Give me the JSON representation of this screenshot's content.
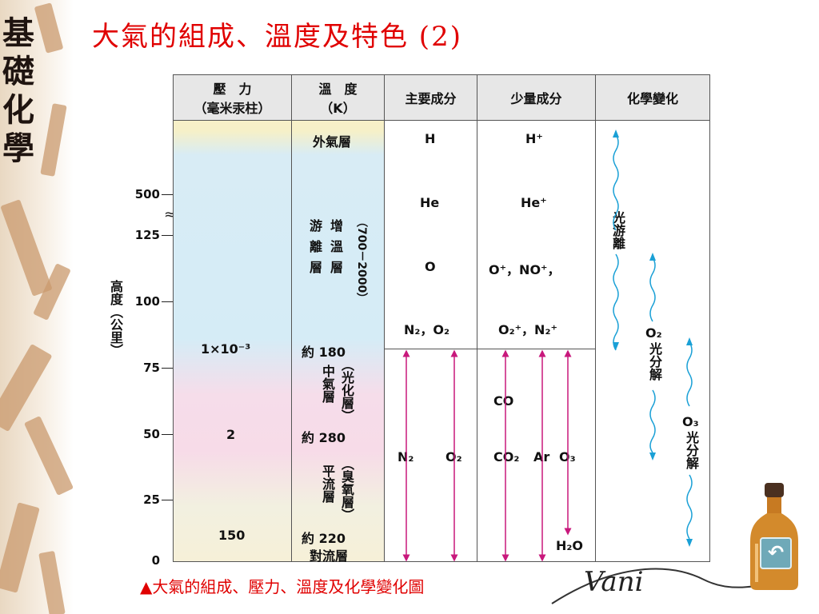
{
  "side_title": [
    "基",
    "礎",
    "化",
    "學"
  ],
  "page_title": "大氣的組成、溫度及特色 (2)",
  "headers": {
    "pressure": [
      "壓　力",
      "（毫米汞柱）"
    ],
    "temperature": [
      "溫　度",
      "（K）"
    ],
    "major": "主要成分",
    "minor": "少量成分",
    "change": "化學變化"
  },
  "axis": {
    "label": "高度（公里）",
    "ticks": [
      "500",
      "125",
      "100",
      "75",
      "50",
      "25",
      "0"
    ],
    "break_symbol": "≈"
  },
  "pressure_values": [
    "1×10⁻³",
    "2",
    "150"
  ],
  "temperature_column": {
    "exosphere": "外氣層",
    "thermo_vertical": [
      "游離層",
      "增溫層"
    ],
    "thermo_range": "（700－2000）",
    "t180": "約 180",
    "meso_vertical": [
      "中氣層",
      "（光化層）"
    ],
    "t280": "約 280",
    "strato_vertical": [
      "平流層",
      "（臭氧層）"
    ],
    "t220": "約 220",
    "troposphere": "對流層"
  },
  "major_components": [
    "H",
    "He",
    "O",
    "N₂，O₂",
    "N₂",
    "O₂"
  ],
  "minor_components": [
    "H⁺",
    "He⁺",
    "O⁺，NO⁺，",
    "O₂⁺，N₂⁺",
    "CO",
    "CO₂",
    "Ar",
    "O₃",
    "H₂O"
  ],
  "chemical_changes": {
    "photoionization": "光游離",
    "o2_photolysis": [
      "O₂",
      "光分解"
    ],
    "o3_photolysis": [
      "O₃",
      "光分解"
    ]
  },
  "caption": "▲大氣的組成、壓力、溫度及化學變化圖",
  "signature": "Vani",
  "back_button_icon": "U-turn",
  "colors": {
    "title": "#e00000",
    "arrow_magenta": "#c8187c",
    "arrow_cyan": "#1aa0d6"
  }
}
